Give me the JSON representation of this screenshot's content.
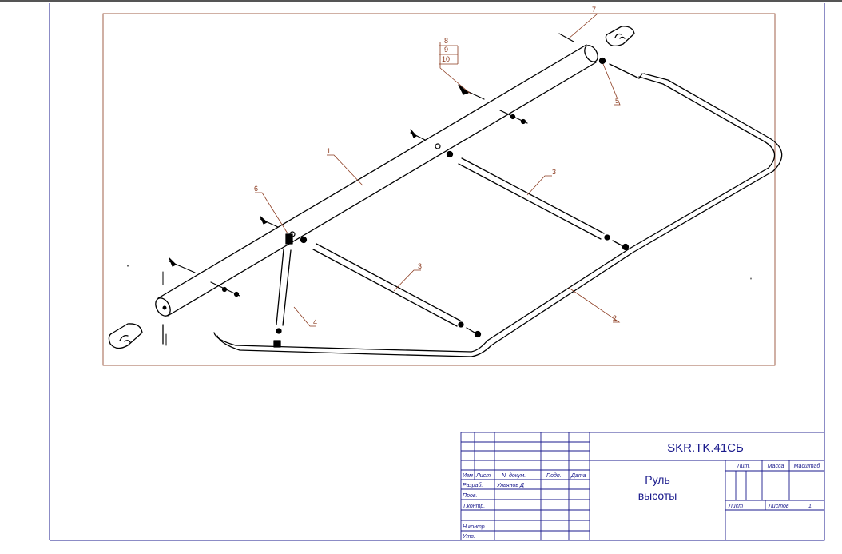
{
  "colors": {
    "frame": "#1a1a8c",
    "callout": "#8b3a1e",
    "drawing": "#000000",
    "paper": "#ffffff",
    "background": "#f2f2f2"
  },
  "callouts": {
    "c1": "1",
    "c2": "2",
    "c3a": "3",
    "c3b": "3",
    "c4": "4",
    "c5": "5",
    "c6": "6",
    "c7": "7",
    "c8": "8",
    "c9": "9",
    "c10": "10"
  },
  "title_block": {
    "designation": "SKR.TK.41СБ",
    "name_line1": "Руль",
    "name_line2": "высоты",
    "lit_label": "Лит.",
    "mass_label": "Масса",
    "scale_label": "Масштаб",
    "sheet_label": "Лист",
    "sheets_label": "Листов",
    "sheets_value": "1",
    "hdr_izm": "Изм",
    "hdr_list": "Лист",
    "hdr_doc": "N. докум.",
    "hdr_sign": "Подп.",
    "hdr_date": "Дата",
    "razrab_label": "Разраб.",
    "razrab_name": "Ульянов Д",
    "prov_label": "Пров.",
    "tkontr_label": "Т.контр.",
    "nkontr_label": "Н.контр.",
    "utv_label": "Утв."
  }
}
